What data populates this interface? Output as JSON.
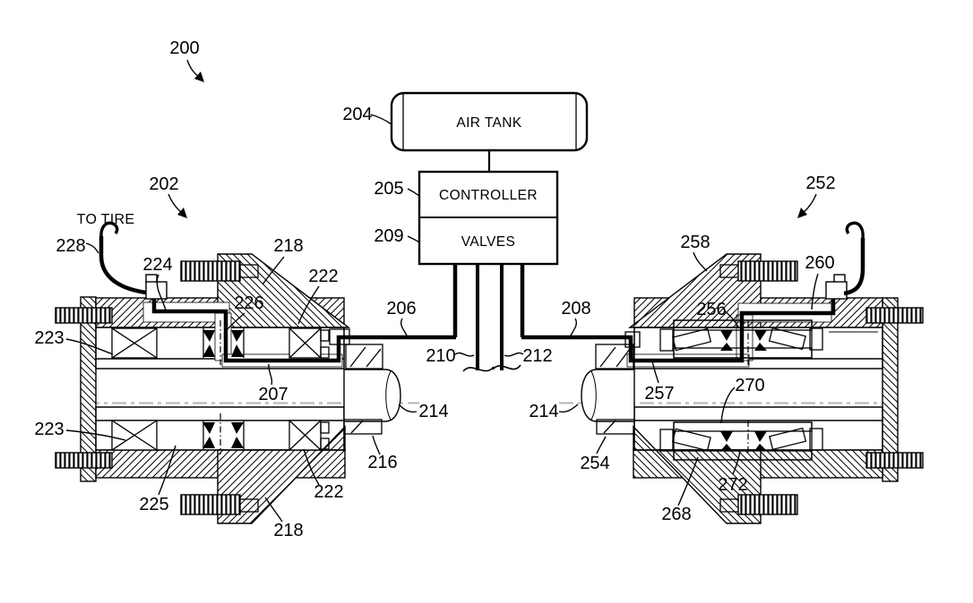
{
  "figure": {
    "ink": "#000000",
    "background": "#ffffff",
    "centerline_color": "#b3b3b3",
    "type": "patent-diagram"
  },
  "system": {
    "ref": "200"
  },
  "air_tank": {
    "ref": "204",
    "label": "AIR TANK"
  },
  "controller": {
    "ref": "205",
    "label": "CONTROLLER"
  },
  "valves": {
    "ref": "209",
    "label": "VALVES"
  },
  "lines": {
    "left_supply": "206",
    "right_supply": "208",
    "center_left": "210",
    "center_right": "212"
  },
  "left_assembly": {
    "ref": "202",
    "to_tire": "TO TIRE",
    "hose": "228",
    "inlet": "224",
    "hub_flange_top": "218",
    "hub_flange_bottom": "218",
    "seal_top": "222",
    "seal_bottom": "222",
    "bearing_top": "223",
    "bearing_bottom": "223",
    "bearing_inner": "225",
    "check_valve": "226",
    "channel": "207",
    "axle": "214",
    "sleeve": "216"
  },
  "right_assembly": {
    "ref": "252",
    "axle": "214",
    "sleeve": "254",
    "check_valve": "256",
    "channel": "257",
    "hub_flange": "258",
    "hose": "260",
    "cup": "268",
    "bearing": "270",
    "seal": "272"
  }
}
